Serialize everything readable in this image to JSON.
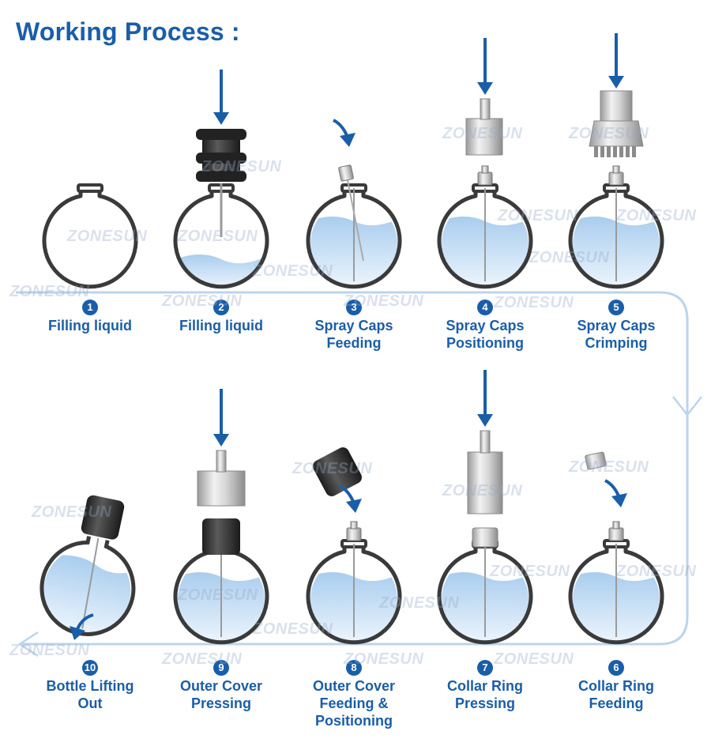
{
  "title": "Working Process :",
  "watermark_text": "ZONESUN",
  "colors": {
    "brand_blue": "#1a5ea8",
    "flow_line": "#bcd4ec",
    "bottle_outline": "#3a3a3a",
    "liquid": "#b9d8f2"
  },
  "steps": [
    {
      "number": "1",
      "lines": [
        "Filling liquid"
      ]
    },
    {
      "number": "2",
      "lines": [
        "Filling liquid"
      ]
    },
    {
      "number": "3",
      "lines": [
        "Spray Caps",
        "Feeding"
      ]
    },
    {
      "number": "4",
      "lines": [
        "Spray Caps",
        "Positioning"
      ]
    },
    {
      "number": "5",
      "lines": [
        "Spray Caps",
        "Crimping"
      ]
    },
    {
      "number": "6",
      "lines": [
        "Collar Ring",
        "Feeding"
      ]
    },
    {
      "number": "7",
      "lines": [
        "Collar Ring",
        "Pressing"
      ]
    },
    {
      "number": "8",
      "lines": [
        "Outer Cover",
        "Feeding &",
        "Positioning"
      ]
    },
    {
      "number": "9",
      "lines": [
        "Outer Cover",
        "Pressing"
      ]
    },
    {
      "number": "10",
      "lines": [
        "Bottle Lifting",
        "Out"
      ]
    }
  ]
}
